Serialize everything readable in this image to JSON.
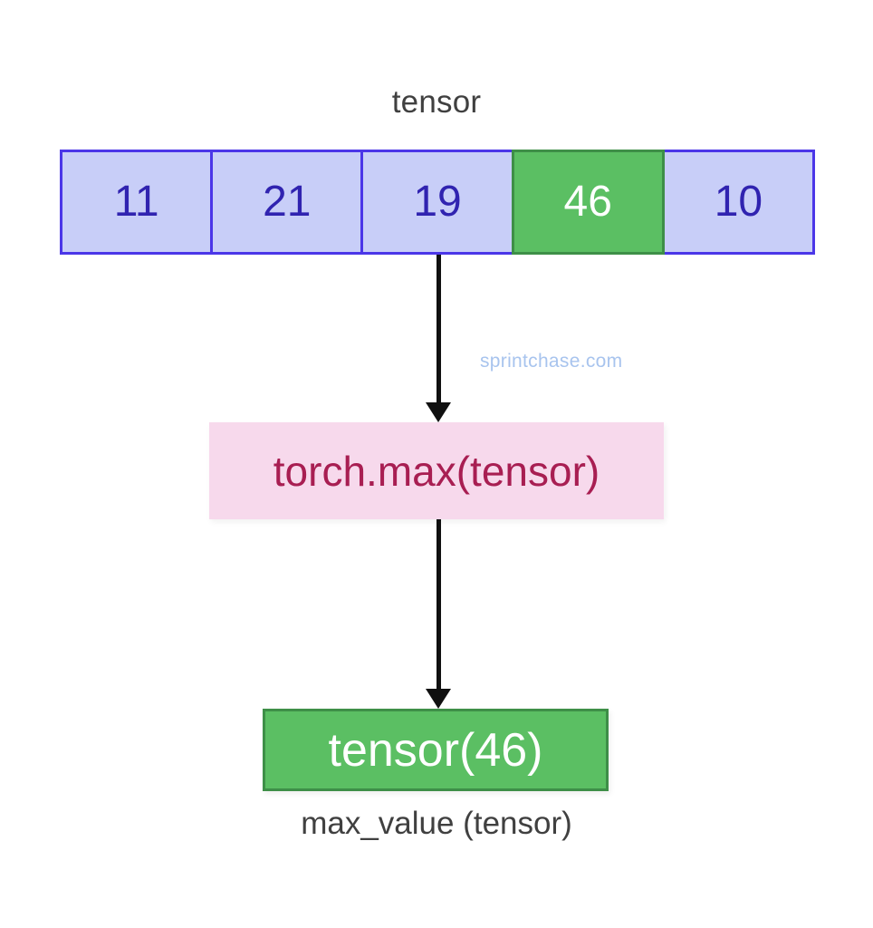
{
  "diagram": {
    "title": "tensor",
    "tensor": {
      "label": "tensor",
      "cells": [
        {
          "value": "11",
          "state": "normal"
        },
        {
          "value": "21",
          "state": "normal"
        },
        {
          "value": "19",
          "state": "normal"
        },
        {
          "value": "46",
          "state": "highlight"
        },
        {
          "value": "10",
          "state": "normal"
        }
      ]
    },
    "operation": {
      "label": "torch.max(tensor)"
    },
    "result": {
      "label": "tensor(46)",
      "caption": "max_value (tensor)"
    },
    "watermark": "sprintchase.com",
    "arrows": [
      {
        "name": "tensor-to-operation",
        "direction": "down"
      },
      {
        "name": "operation-to-result",
        "direction": "down"
      }
    ],
    "colors": {
      "cell_fill": "#C8CEF8",
      "cell_border": "#4B36E8",
      "cell_text": "#3023B0",
      "highlight_fill": "#5BBF63",
      "highlight_border": "#3E8F48",
      "highlight_text": "#FFFFFF",
      "operation_fill": "#F7D9EC",
      "operation_text": "#A81E52",
      "result_fill": "#5BBF63",
      "result_border": "#3E8F48",
      "result_text": "#FFFFFF",
      "label_text": "#404040",
      "arrow": "#101010",
      "watermark": "#A8C4EE",
      "background": "#FFFFFF"
    }
  },
  "chart_data": {
    "type": "diagram",
    "title": "torch.max(tensor) flow",
    "nodes": [
      {
        "id": "tensor",
        "label": "tensor",
        "values": [
          11,
          21,
          19,
          46,
          10
        ],
        "highlighted_index": 3
      },
      {
        "id": "operation",
        "label": "torch.max(tensor)"
      },
      {
        "id": "result",
        "label": "tensor(46)",
        "value": 46,
        "caption": "max_value (tensor)"
      }
    ],
    "edges": [
      {
        "from": "tensor",
        "to": "operation"
      },
      {
        "from": "operation",
        "to": "result"
      }
    ]
  }
}
